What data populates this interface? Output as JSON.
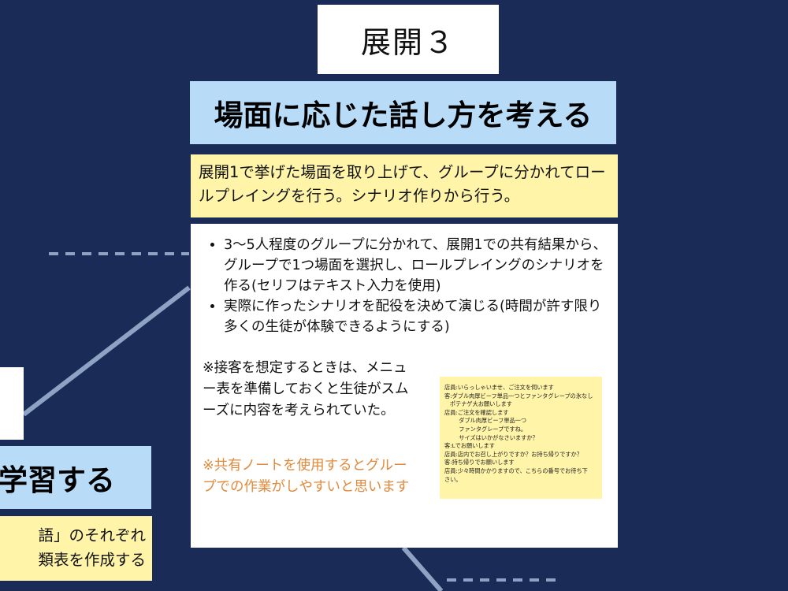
{
  "step": {
    "label": "展開３"
  },
  "title": "場面に応じた話し方を考える",
  "summary": "展開1で挙げた場面を取り上げて、グループに分かれてロールプレイングを行う。シナリオ作りから行う。",
  "bullets": [
    "3〜5人程度のグループに分かれて、展開1での共有結果から、グループで1つ場面を選択し、ロールプレイングのシナリオを作る(セリフはテキスト入力を使用)",
    "実際に作ったシナリオを配役を決めて演じる(時間が許す限り多くの生徒が体験できるようにする)"
  ],
  "note": "※接客を想定するときは、メニュー表を準備しておくと生徒がスムーズに内容を考えられていた。",
  "note_orange": "※共有ノートを使用するとグループでの作業がしやすいと思います",
  "script_lines": [
    "店員:いらっしゃいませ、ご注文を伺います",
    "客:ダブル肉厚ビーフ単品一つとファンタグレープの氷なし",
    "   ポテナゲ大お願いします",
    "店員:ご注文を確認します",
    "        ダブル肉厚ビーフ単品一つ",
    "        ファンタグレープですね。",
    "        サイズはいかがなさいますか？",
    "客:Lでお願いします",
    "店員:店内でお召し上がりですか？お持ち帰りですか？",
    "客:持ち帰りでお願いします",
    "店員:少々時間かかりますので、こちらの番号でお待ち下",
    "さい。"
  ],
  "left_slide": {
    "title_fragment": "学習する",
    "summary_line1": "語」のそれぞれ",
    "summary_line2": "類表を作成する"
  },
  "colors": {
    "background": "#1b2b58",
    "title_blue": "#b8dcf8",
    "summary_yellow": "#fff4a8",
    "orange_text": "#e08a3c",
    "connector": "#8ea2c4"
  }
}
